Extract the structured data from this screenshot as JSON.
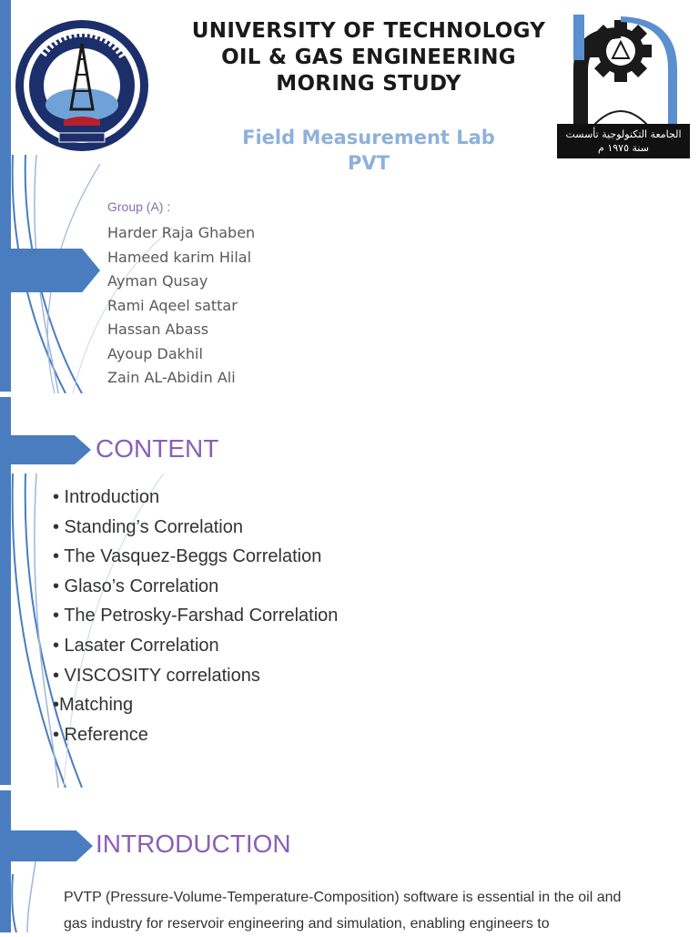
{
  "header": {
    "title_lines": [
      "UNIVERSITY OF TECHNOLOGY",
      "OIL & GAS ENGINEERING",
      "MORING STUDY"
    ],
    "subtitle_lines": [
      "Field Measurement Lab",
      "PVT"
    ]
  },
  "logos": {
    "left": "oil-and-gas-engineering-department-logo",
    "right": "university-of-technology-logo",
    "right_caption": "الجامعة التكنولوجية تأسست سنة ١٩٧٥ م"
  },
  "group": {
    "label": "Group (A) :",
    "members": [
      "Harder Raja Ghaben",
      "Hameed karim Hilal",
      "Ayman Qusay",
      "Rami Aqeel sattar",
      "Hassan Abass",
      "Ayoup Dakhil",
      "Zain AL-Abidin Ali"
    ]
  },
  "content": {
    "heading": "CONTENT",
    "items": [
      "• Introduction",
      "• Standing’s Correlation",
      "• The Vasquez-Beggs Correlation",
      "• Glaso’s Correlation",
      "• The Petrosky-Farshad Correlation",
      "• Lasater Correlation",
      "• VISCOSITY correlations",
      "•Matching",
      "• Reference"
    ]
  },
  "introduction": {
    "heading": "INTRODUCTION",
    "text": "PVTP (Pressure-Volume-Temperature-Composition) software is essential in the oil and gas industry for reservoir engineering and simulation, enabling engineers to"
  },
  "colors": {
    "accent_blue": "#4a7dc0",
    "heading_purple": "#8a5fb6",
    "subtitle_blue": "#8fb0db"
  }
}
